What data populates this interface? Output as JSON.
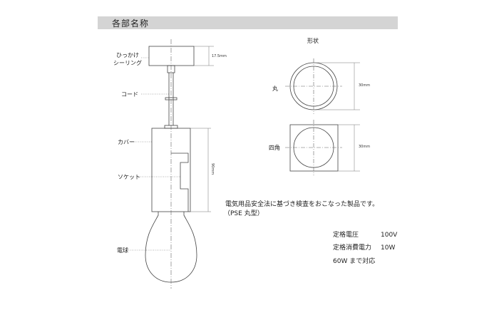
{
  "header": {
    "title": "各部名称"
  },
  "labels": {
    "ceiling": [
      "ひっかけ",
      "シーリング"
    ],
    "cord": "コード",
    "cover": "カバー",
    "socket": "ソケット",
    "bulb": "電球"
  },
  "dimensions": {
    "ceiling_height": "17.5mm",
    "socket_height": "90mm",
    "round_size": "30mm",
    "square_size": "30mm"
  },
  "shape": {
    "title": "形状",
    "round": "丸",
    "square": "四角"
  },
  "notes": {
    "line1": "電気用品安全法に基づき検査をおこなった製品です。",
    "line2": "（PSE 丸型）",
    "specs": [
      {
        "label": "定格電圧",
        "value": "100V"
      },
      {
        "label": "定格消費電力",
        "value": "10W"
      }
    ],
    "support": "60W まで対応"
  }
}
